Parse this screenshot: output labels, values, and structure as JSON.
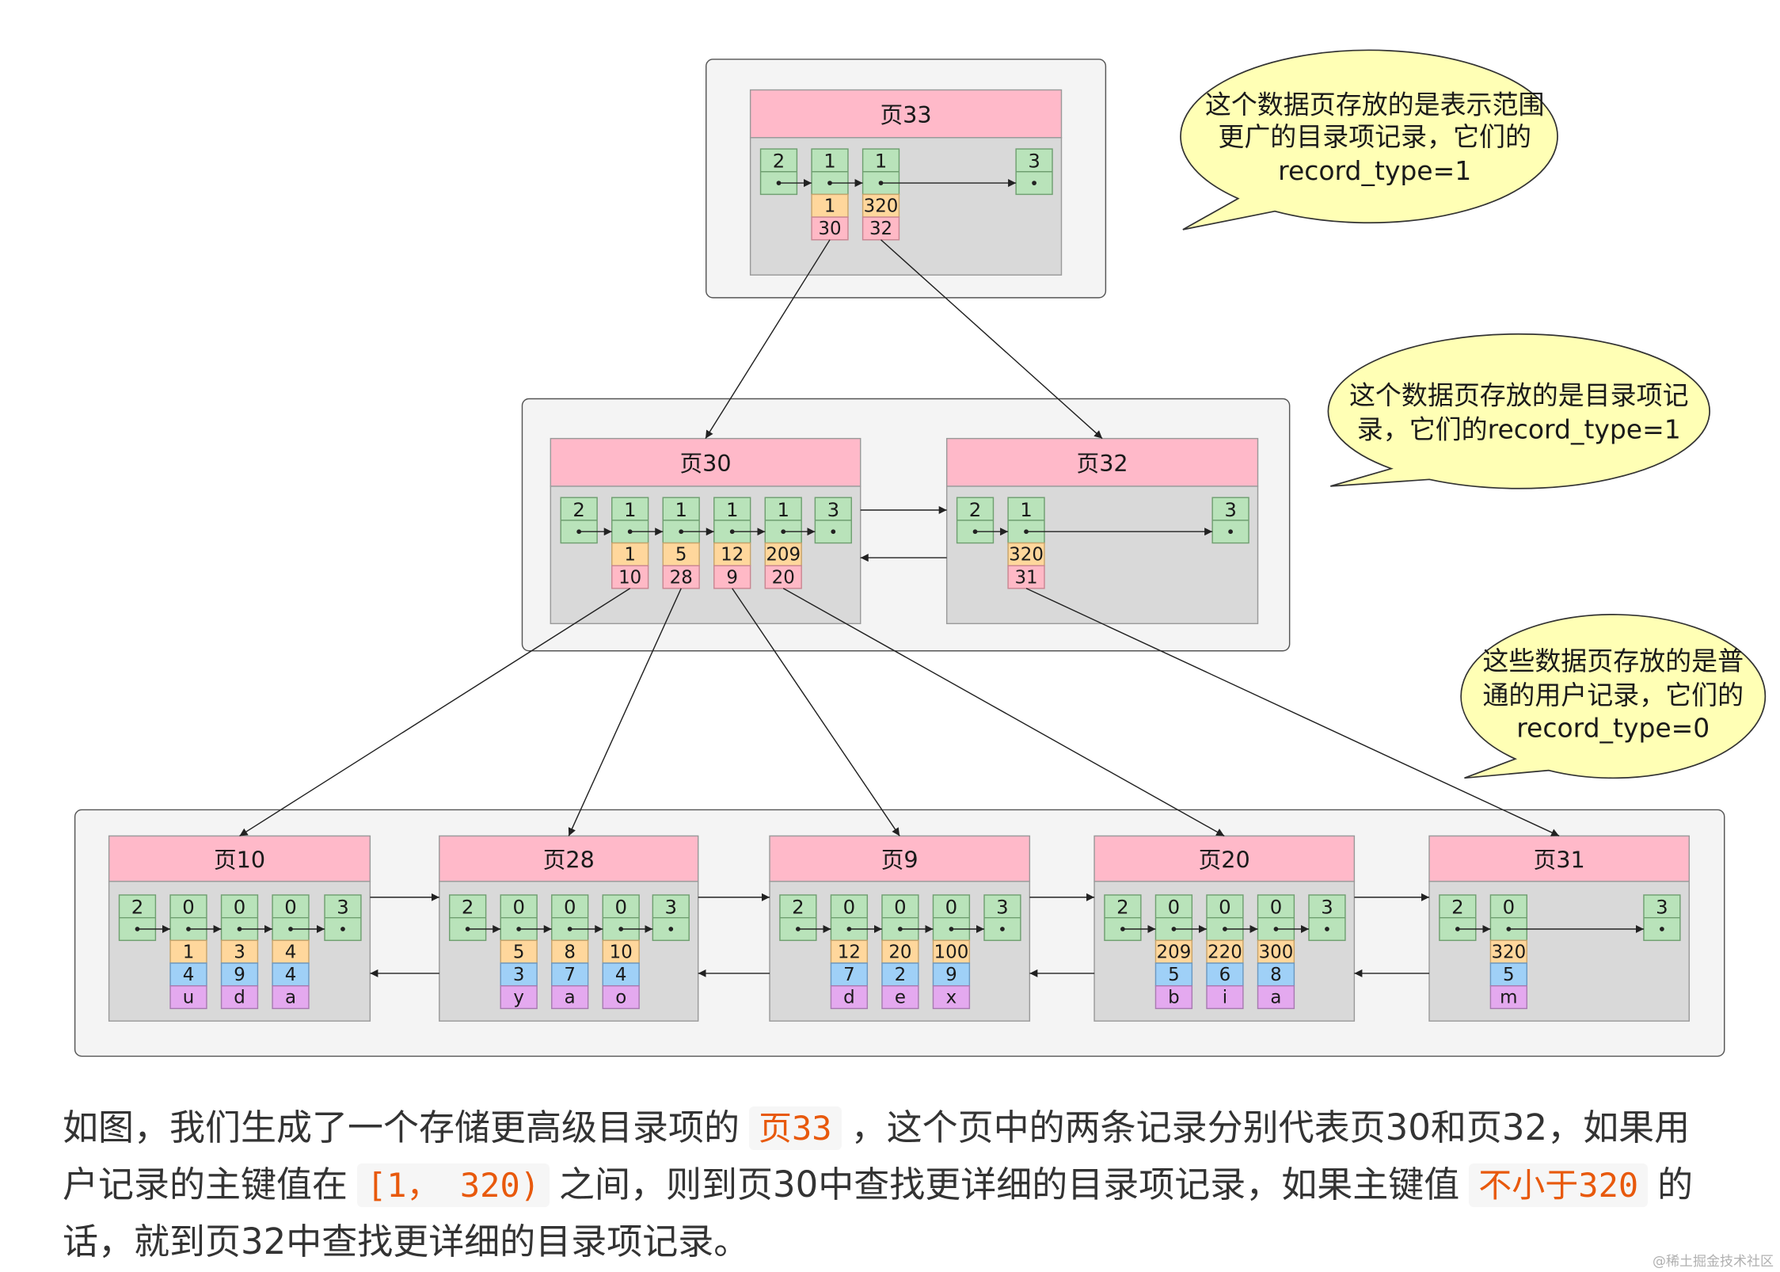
{
  "colors": {
    "ink": "#222222",
    "container_fill": "#f4f4f4",
    "container_border": "#555555",
    "page_header": "#ffb9c9",
    "page_body": "#d9d9d9",
    "page_border": "#9a9a9a",
    "record_header": "#b9e3ba",
    "record_header_border": "#6f9f70",
    "key_cell": "#ffd79c",
    "key_cell_border": "#c7a46c",
    "pointer_cell": "#ffb9c6",
    "pointer_cell_border": "#c98692",
    "col2_cell": "#9fd0f7",
    "col2_cell_border": "#6c98c0",
    "col3_cell": "#e4a9ef",
    "col3_cell_border": "#a77bb0",
    "callout_fill": "#ffffb5",
    "callout_border": "#333333",
    "caption_text": "#333333",
    "code_text": "#e8590c",
    "code_bg": "#f6f6f6",
    "watermark": "#b0b0b0"
  },
  "diagram": {
    "levels": [
      {
        "pages": [
          {
            "label": "页33",
            "records": [
              {
                "record_type": "2"
              },
              {
                "record_type": "1",
                "key": "1",
                "page_no": "30"
              },
              {
                "record_type": "1",
                "key": "320",
                "page_no": "32"
              },
              {
                "record_type": "3"
              }
            ]
          }
        ]
      },
      {
        "pages": [
          {
            "label": "页30",
            "records": [
              {
                "record_type": "2"
              },
              {
                "record_type": "1",
                "key": "1",
                "page_no": "10"
              },
              {
                "record_type": "1",
                "key": "5",
                "page_no": "28"
              },
              {
                "record_type": "1",
                "key": "12",
                "page_no": "9"
              },
              {
                "record_type": "1",
                "key": "209",
                "page_no": "20"
              },
              {
                "record_type": "3"
              }
            ]
          },
          {
            "label": "页32",
            "records": [
              {
                "record_type": "2"
              },
              {
                "record_type": "1",
                "key": "320",
                "page_no": "31"
              },
              {
                "record_type": "3"
              }
            ]
          }
        ]
      },
      {
        "pages": [
          {
            "label": "页10",
            "records": [
              {
                "record_type": "2"
              },
              {
                "record_type": "0",
                "key": "1",
                "c2": "4",
                "c3": "u"
              },
              {
                "record_type": "0",
                "key": "3",
                "c2": "9",
                "c3": "d"
              },
              {
                "record_type": "0",
                "key": "4",
                "c2": "4",
                "c3": "a"
              },
              {
                "record_type": "3"
              }
            ]
          },
          {
            "label": "页28",
            "records": [
              {
                "record_type": "2"
              },
              {
                "record_type": "0",
                "key": "5",
                "c2": "3",
                "c3": "y"
              },
              {
                "record_type": "0",
                "key": "8",
                "c2": "7",
                "c3": "a"
              },
              {
                "record_type": "0",
                "key": "10",
                "c2": "4",
                "c3": "o"
              },
              {
                "record_type": "3"
              }
            ]
          },
          {
            "label": "页9",
            "records": [
              {
                "record_type": "2"
              },
              {
                "record_type": "0",
                "key": "12",
                "c2": "7",
                "c3": "d"
              },
              {
                "record_type": "0",
                "key": "20",
                "c2": "2",
                "c3": "e"
              },
              {
                "record_type": "0",
                "key": "100",
                "c2": "9",
                "c3": "x"
              },
              {
                "record_type": "3"
              }
            ]
          },
          {
            "label": "页20",
            "records": [
              {
                "record_type": "2"
              },
              {
                "record_type": "0",
                "key": "209",
                "c2": "5",
                "c3": "b"
              },
              {
                "record_type": "0",
                "key": "220",
                "c2": "6",
                "c3": "i"
              },
              {
                "record_type": "0",
                "key": "300",
                "c2": "8",
                "c3": "a"
              },
              {
                "record_type": "3"
              }
            ]
          },
          {
            "label": "页31",
            "records": [
              {
                "record_type": "2"
              },
              {
                "record_type": "0",
                "key": "320",
                "c2": "5",
                "c3": "m"
              },
              {
                "record_type": "3"
              }
            ]
          }
        ]
      }
    ]
  },
  "callouts": [
    {
      "lines": [
        "这个数据页存放的是表示范围",
        "更广的目录项记录，它们的",
        "record_type=1"
      ]
    },
    {
      "lines": [
        "这个数据页存放的是目录项记",
        "录，它们的record_type=1"
      ]
    },
    {
      "lines": [
        "这些数据页存放的是普",
        "通的用户记录，它们的",
        "record_type=0"
      ]
    }
  ],
  "caption": {
    "lines": [
      {
        "segments": [
          "如图，我们生成了一个存储更高级目录项的",
          "页33",
          "，这个页中的两条记录分别代表页30和页32，如果用"
        ]
      },
      {
        "segments": [
          "户记录的主键值在",
          "[1， 320)",
          "之间，则到页30中查找更详细的目录项记录，如果主键值",
          "不小于320",
          "的"
        ]
      },
      {
        "segments": [
          "话，就到页32中查找更详细的目录项记录。"
        ]
      }
    ]
  },
  "watermark": "@稀土掘金技术社区"
}
